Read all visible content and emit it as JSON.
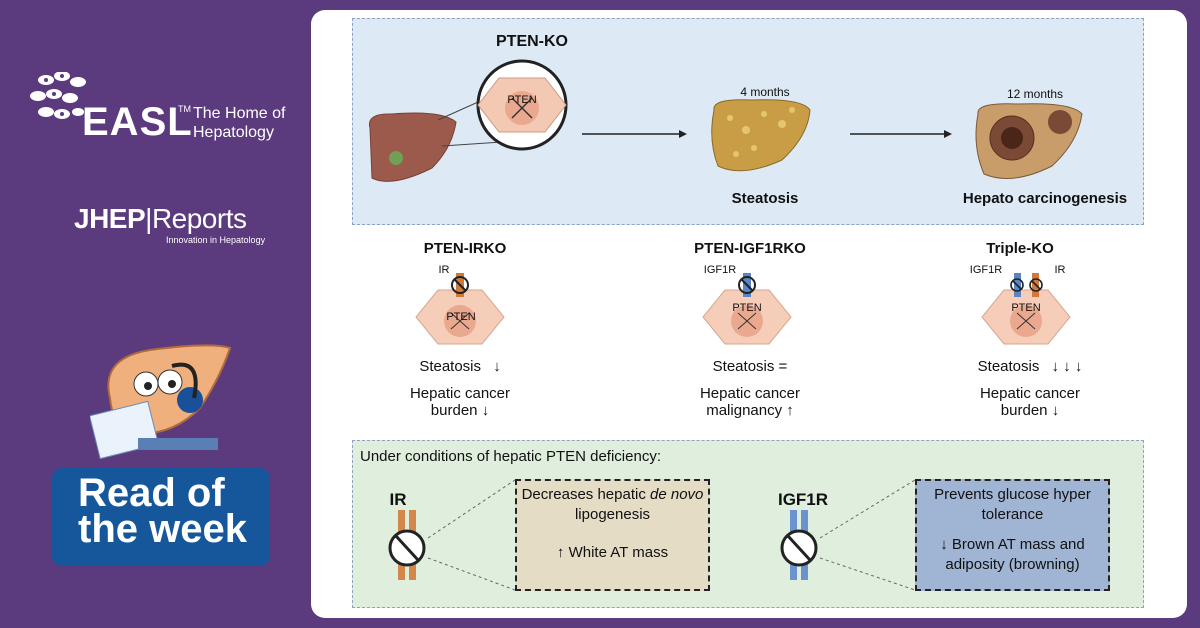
{
  "brand": {
    "easl_word": "EASL",
    "easl_tm": "TM",
    "easl_tagline": "The Home of Hepatology",
    "jhep_bold": "JHEP",
    "jhep_rest": "Reports",
    "jhep_sub": "Innovation in Hepatology",
    "read_week_line1": "Read of",
    "read_week_line2": "the week",
    "read_week_color": "#16579c",
    "background_color": "#5b3a7e"
  },
  "top": {
    "model_label": "PTEN-KO",
    "pten_label": "PTEN",
    "stage1_time": "4 months",
    "stage1_label": "Steatosis",
    "stage2_time": "12 months",
    "stage2_label": "Hepato carcinogenesis"
  },
  "middle": [
    {
      "title": "PTEN-IRKO",
      "receptors": "IR",
      "pten": "PTEN",
      "line1": "Steatosis",
      "line1_arrows": "↓",
      "line2": "Hepatic cancer",
      "line3": "burden",
      "line3_arrow": "↓"
    },
    {
      "title": "PTEN-IGF1RKO",
      "receptors": "IGF1R",
      "pten": "PTEN",
      "line1": "Steatosis =",
      "line1_arrows": "",
      "line2": "Hepatic cancer",
      "line3": "malignancy",
      "line3_arrow": "↑"
    },
    {
      "title": "Triple-KO",
      "receptor_a": "IGF1R",
      "receptor_b": "IR",
      "pten": "PTEN",
      "line1": "Steatosis",
      "line1_arrows": "↓ ↓ ↓",
      "line2": "Hepatic cancer",
      "line3": "burden",
      "line3_arrow": "↓"
    }
  ],
  "bottom": {
    "heading": "Under conditions of hepatic PTEN deficiency:",
    "ir": {
      "label": "IR",
      "effect1_a": "Decreases hepatic ",
      "effect1_b": "de novo",
      "effect1_c": " lipogenesis",
      "effect2_arrow": "↑",
      "effect2": "White AT mass",
      "box_color": "#e4dcc4"
    },
    "igf1r": {
      "label": "IGF1R",
      "effect1": "Prevents glucose hyper tolerance",
      "effect2_arrow": "↓",
      "effect2": "Brown AT mass and adiposity (browning)",
      "box_color": "#a0b4d4"
    }
  }
}
